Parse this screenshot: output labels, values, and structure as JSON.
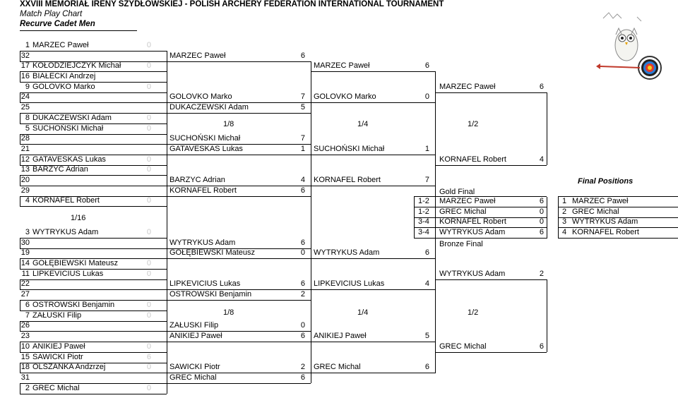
{
  "header": {
    "title": "XXVIII MEMORIAŁ IRENY SZYDŁOWSKIEJ - POLISH ARCHERY FEDERATION INTERNATIONAL TOURNAMENT",
    "subtitle": "Match Play Chart",
    "category": "Recurve Cadet Men"
  },
  "rounds": {
    "r16": "1/16",
    "r8": "1/8",
    "r4": "1/4",
    "r2": "1/2"
  },
  "col1": [
    {
      "seed": "1",
      "name": "MARZEC Paweł",
      "score": "0"
    },
    {
      "seed": "32",
      "name": "",
      "score": ""
    },
    {
      "seed": "17",
      "name": "KOŁODZIEJCZYK Michał",
      "score": "0"
    },
    {
      "seed": "16",
      "name": "BIAŁECKI Andrzej",
      "score": ""
    },
    {
      "seed": "9",
      "name": "GOLOVKO Marko",
      "score": "0"
    },
    {
      "seed": "24",
      "name": "",
      "score": ""
    },
    {
      "seed": "25",
      "name": "",
      "score": ""
    },
    {
      "seed": "8",
      "name": "DUKACZEWSKI Adam",
      "score": "0"
    },
    {
      "seed": "5",
      "name": "SUCHOŃSKI Michał",
      "score": "0"
    },
    {
      "seed": "28",
      "name": "",
      "score": ""
    },
    {
      "seed": "21",
      "name": "",
      "score": ""
    },
    {
      "seed": "12",
      "name": "GATAVESKAS Lukas",
      "score": "0"
    },
    {
      "seed": "13",
      "name": "BARZYC Adrian",
      "score": "0"
    },
    {
      "seed": "20",
      "name": "",
      "score": ""
    },
    {
      "seed": "29",
      "name": "",
      "score": ""
    },
    {
      "seed": "4",
      "name": "KORNAFEL Robert",
      "score": "0"
    },
    {
      "seed": "3",
      "name": "WYTRYKUS Adam",
      "score": "0"
    },
    {
      "seed": "30",
      "name": "",
      "score": ""
    },
    {
      "seed": "19",
      "name": "",
      "score": ""
    },
    {
      "seed": "14",
      "name": "GOŁĘBIEWSKI Mateusz",
      "score": "0"
    },
    {
      "seed": "11",
      "name": "LIPKEVICIUS Lukas",
      "score": "0"
    },
    {
      "seed": "22",
      "name": "",
      "score": ""
    },
    {
      "seed": "27",
      "name": "",
      "score": ""
    },
    {
      "seed": "6",
      "name": "OSTROWSKI Benjamin",
      "score": "0"
    },
    {
      "seed": "7",
      "name": "ZAŁUSKI Filip",
      "score": "0"
    },
    {
      "seed": "26",
      "name": "",
      "score": ""
    },
    {
      "seed": "23",
      "name": "",
      "score": ""
    },
    {
      "seed": "10",
      "name": "ANIKIEJ Paweł",
      "score": "0"
    },
    {
      "seed": "15",
      "name": "SAWICKI Piotr",
      "score": "6"
    },
    {
      "seed": "18",
      "name": "OLSZANKA Andzrzej",
      "score": "0"
    },
    {
      "seed": "31",
      "name": "",
      "score": ""
    },
    {
      "seed": "2",
      "name": "GREC Michal",
      "score": "0"
    }
  ],
  "col2": [
    {
      "name": "MARZEC Paweł",
      "score": "6"
    },
    {
      "name": "GOLOVKO Marko",
      "score": "7"
    },
    {
      "name": "DUKACZEWSKI Adam",
      "score": "5"
    },
    {
      "name": "SUCHOŃSKI Michał",
      "score": "7"
    },
    {
      "name": "GATAVESKAS Lukas",
      "score": "1"
    },
    {
      "name": "BARZYC Adrian",
      "score": "4"
    },
    {
      "name": "KORNAFEL Robert",
      "score": "6"
    },
    {
      "name": "WYTRYKUS Adam",
      "score": "6"
    },
    {
      "name": "GOŁĘBIEWSKI Mateusz",
      "score": "0"
    },
    {
      "name": "LIPKEVICIUS Lukas",
      "score": "6"
    },
    {
      "name": "OSTROWSKI Benjamin",
      "score": "2"
    },
    {
      "name": "ZAŁUSKI Filip",
      "score": "0"
    },
    {
      "name": "ANIKIEJ Paweł",
      "score": "6"
    },
    {
      "name": "SAWICKI Piotr",
      "score": "2"
    },
    {
      "name": "GREC Michal",
      "score": "6"
    }
  ],
  "col3": [
    {
      "name": "MARZEC Paweł",
      "score": "6"
    },
    {
      "name": "GOLOVKO Marko",
      "score": "0"
    },
    {
      "name": "SUCHOŃSKI Michał",
      "score": "1"
    },
    {
      "name": "KORNAFEL Robert",
      "score": "7"
    },
    {
      "name": "WYTRYKUS Adam",
      "score": "6"
    },
    {
      "name": "LIPKEVICIUS Lukas",
      "score": "4"
    },
    {
      "name": "ANIKIEJ Paweł",
      "score": "5"
    },
    {
      "name": "GREC Michal",
      "score": "6"
    }
  ],
  "col4": [
    {
      "name": "MARZEC Paweł",
      "score": "6"
    },
    {
      "name": "KORNAFEL Robert",
      "score": "4"
    },
    {
      "name": "WYTRYKUS Adam",
      "score": "2"
    },
    {
      "name": "GREC Michal",
      "score": "6"
    }
  ],
  "finals": {
    "gold_label": "Gold Final",
    "bronze_label": "Bronze Final",
    "rows": [
      {
        "place": "1-2",
        "name": "MARZEC Paweł",
        "score": "6"
      },
      {
        "place": "1-2",
        "name": "GREC Michal",
        "score": "0"
      },
      {
        "place": "3-4",
        "name": "KORNAFEL Robert",
        "score": "0"
      },
      {
        "place": "3-4",
        "name": "WYTRYKUS Adam",
        "score": "6"
      }
    ]
  },
  "final_positions": {
    "title": "Final Positions",
    "rows": [
      {
        "pos": "1",
        "name": "MARZEC Paweł"
      },
      {
        "pos": "2",
        "name": "GREC Michal"
      },
      {
        "pos": "3",
        "name": "WYTRYKUS Adam"
      },
      {
        "pos": "4",
        "name": "KORNAFEL Robert"
      }
    ]
  },
  "logo": {
    "icon": "owl-archery-target-logo"
  }
}
